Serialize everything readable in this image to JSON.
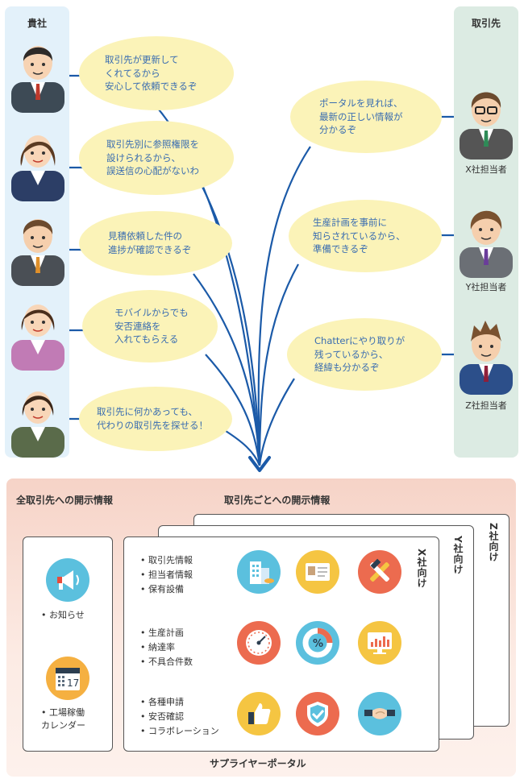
{
  "left_panel": {
    "title": "貴社"
  },
  "right_panel": {
    "title": "取引先"
  },
  "left_bubbles": [
    "取引先が更新して\nくれてるから\n安心して依頼できるぞ",
    "取引先別に参照権限を\n設けられるから、\n誤送信の心配がないわ",
    "見積依頼した件の\n進捗が確認できるぞ",
    "モバイルからでも\n安否連絡を\n入れてもらえる",
    "取引先に何かあっても、\n代わりの取引先を探せる！"
  ],
  "right_bubbles": [
    "ポータルを見れば、\n最新の正しい情報が\n分かるぞ",
    "生産計画を事前に\n知らされているから、\n準備できるぞ",
    "Chatterにやり取りが\n残っているから、\n経緯も分かるぞ"
  ],
  "partners": [
    "X社担当者",
    "Y社担当者",
    "Z社担当者"
  ],
  "portal": {
    "all_title": "全取引先への開示情報",
    "per_title": "取引先ごとへの開示情報",
    "all_items": [
      "お知らせ",
      "工場稼働\nカレンダー"
    ],
    "cards": [
      "X社向け",
      "Y社向け",
      "Z社向け"
    ],
    "groups": [
      [
        "取引先情報",
        "担当者情報",
        "保有設備"
      ],
      [
        "生産計画",
        "納達率",
        "不具合件数"
      ],
      [
        "各種申請",
        "安否確認",
        "コラボレーション"
      ]
    ],
    "footer": "サプライヤーポータル"
  },
  "icons": [
    "megaphone-icon",
    "calendar-icon",
    "building-icon",
    "profile-card-icon",
    "tools-icon",
    "gauge-icon",
    "percent-donut-icon",
    "monitor-chart-icon",
    "thumbs-up-icon",
    "shield-check-icon",
    "handshake-icon"
  ],
  "colors": {
    "accent_blue": "#1b5aa8",
    "bubble": "#fbf3b8",
    "bubble_text": "#3a6db0"
  }
}
